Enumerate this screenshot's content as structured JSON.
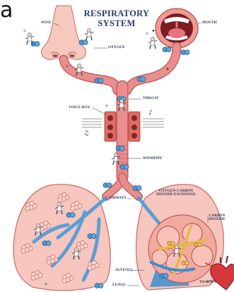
{
  "corner_text": "a",
  "title": {
    "line1": "RESPIRATORY",
    "line2": "SYSTEM"
  },
  "labels": {
    "nose": "NOSE",
    "mouth": "MOUTH",
    "oxygen": "OXYGEN",
    "throat": "THROAT",
    "voice_box": "VOICE BOX",
    "windpipe": "WINDPIPE",
    "airways": "AIRWAYS",
    "exchange_line1": "OXYGEN-CARBON",
    "exchange_line2": "DIOXIDE EXCHANGE",
    "carbon_line1": "CARBON",
    "carbon_line2": "DIOXIDE",
    "alveoli": "ALVEOLI",
    "lungs": "LUNGS",
    "to_body": "TO BODY"
  },
  "colors": {
    "airway_pink": "#e98e8e",
    "airway_dark": "#c9605e",
    "lung_fill": "#f6c6bf",
    "lung_stroke": "#c86a63",
    "oxygen_blue": "#4a9ad6",
    "co2_yellow": "#e8b84a",
    "label_text": "#2a3550",
    "title_text": "#2d3e66"
  },
  "icons": [
    "nose-icon",
    "mouth-icon",
    "speaker-icon",
    "music-note-icon",
    "heart-icon",
    "oxygen-molecule-icon",
    "sparkle-icon"
  ]
}
